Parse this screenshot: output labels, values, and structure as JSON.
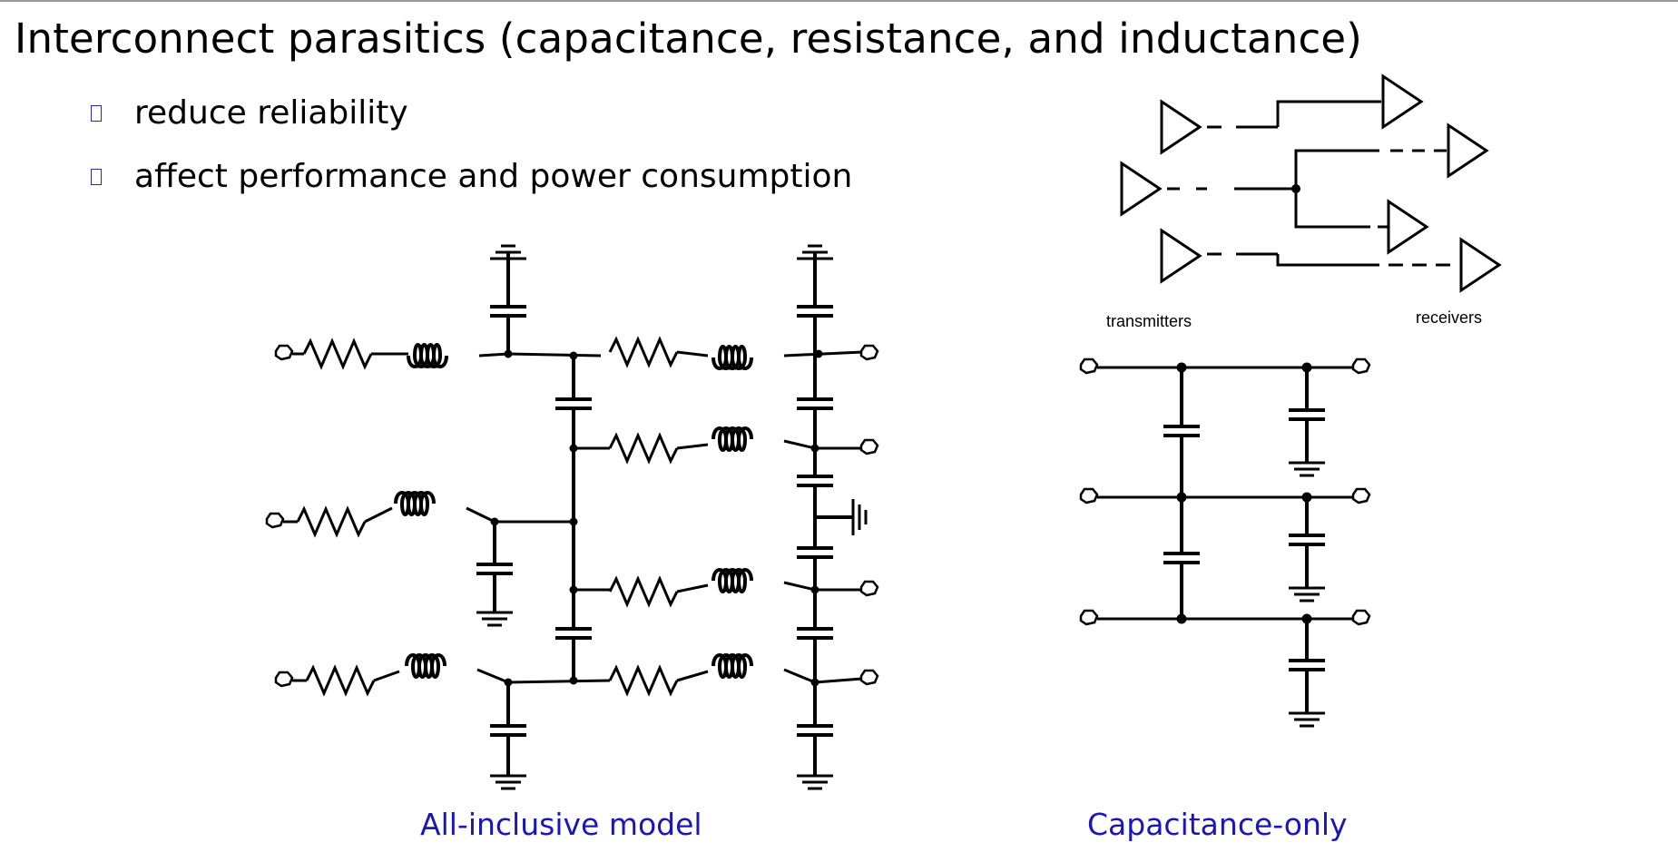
{
  "slide": {
    "title": "Interconnect parasitics (capacitance, resistance, and inductance)",
    "bullets": [
      "reduce reliability",
      "affect performance and power consumption"
    ]
  },
  "diagrams": {
    "left_caption": "All-inclusive model",
    "right_caption": "Capacitance-only",
    "transmitters_label": "transmitters",
    "receivers_label": "receivers"
  },
  "colors": {
    "caption": "#1a16b8",
    "bullet_box": "#2b2ba0",
    "line": "#000000"
  }
}
